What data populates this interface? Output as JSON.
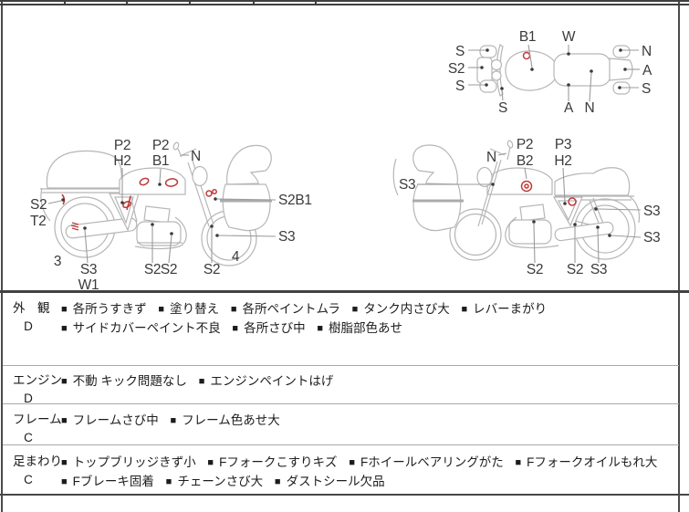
{
  "sheet": {
    "bg": "#ffffff",
    "border_color": "#3f3f3f"
  },
  "diagram": {
    "colors": {
      "outline": "#b6b6b6",
      "leader": "#9b9b9b",
      "label": "#3a3a3a",
      "damage": "#bf3a3a"
    },
    "top_view": {
      "labels": {
        "b1": "B1",
        "w": "W",
        "s_left_top": "S",
        "s2_left": "S2",
        "s_left_bottom": "S",
        "s_front": "S",
        "n_right": "N",
        "a_right": "A",
        "s_right": "S",
        "a_bottom": "A",
        "n_bottom": "N"
      }
    },
    "left_view": {
      "labels": {
        "p2_a": "P2",
        "h2": "H2",
        "p2_b": "P2",
        "b1": "B1",
        "n": "N",
        "s2_rear": "S2",
        "t2": "T2",
        "rear_wheel_num": "3",
        "s3_muffler": "S3",
        "w1": "W1",
        "s2_engine": "S2",
        "s2_exhaust": "S2",
        "s2_fork": "S2",
        "front_wheel_num": "4",
        "s2b1": "S2B1",
        "s3_front_wheel": "S3"
      }
    },
    "right_view": {
      "labels": {
        "n": "N",
        "p2": "P2",
        "b2": "B2",
        "p3": "P3",
        "h2": "H2",
        "s3_front": "S3",
        "s3_shock": "S3",
        "s3_rear_wheel": "S3",
        "s2_engine": "S2",
        "s2_swingarm": "S2",
        "s3_muffler": "S3"
      }
    }
  },
  "sections": {
    "bullet": "■",
    "rows": [
      {
        "name": "外　観",
        "grade": "D",
        "items": [
          "各所うすきず",
          "塗り替え",
          "各所ペイントムラ",
          "タンク内さび大",
          "レバーまがり",
          "サイドカバーペイント不良",
          "各所さび中",
          "樹脂部色あせ"
        ]
      },
      {
        "name": "エンジン",
        "grade": "D",
        "items": [
          "不動 キック問題なし",
          "エンジンペイントはげ"
        ]
      },
      {
        "name": "フレーム",
        "grade": "C",
        "items": [
          "フレームさび中",
          "フレーム色あせ大"
        ]
      },
      {
        "name": "足まわり",
        "grade": "C",
        "items": [
          "トップブリッジきず小",
          "Fフォークこすりキズ",
          "Fホイールベアリングがた",
          "Fフォークオイルもれ大",
          "Fブレーキ固着",
          "チェーンさび大",
          "ダストシール欠品"
        ]
      }
    ]
  }
}
